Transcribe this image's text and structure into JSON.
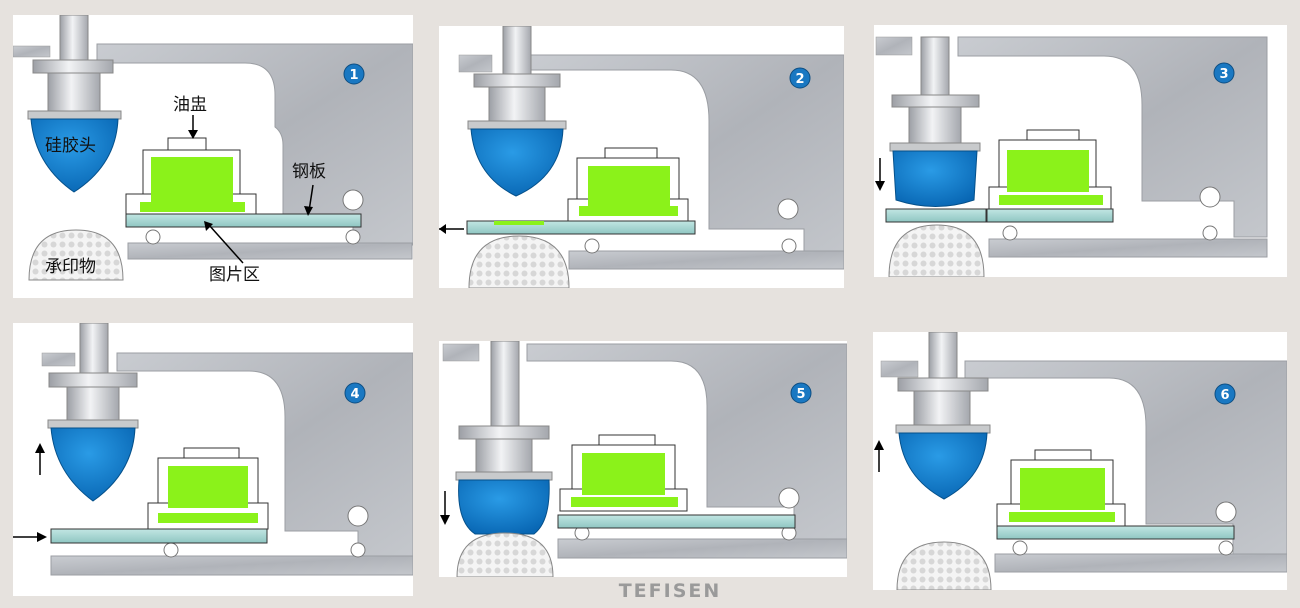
{
  "labels": {
    "ink_cup": "油盅",
    "silicone_pad": "硅胶头",
    "steel_plate": "钢板",
    "image_area": "图片区",
    "substrate": "承印物"
  },
  "steps": [
    "1",
    "2",
    "3",
    "4",
    "5",
    "6"
  ],
  "brand": "TEFISEN",
  "colors": {
    "pad_blue": "#0a7ccb",
    "ink_green": "#8bf21a",
    "steel_plate": "#a6d8d4",
    "frame_gray": "#b5b8be",
    "badge_blue": "#1a78c2"
  }
}
